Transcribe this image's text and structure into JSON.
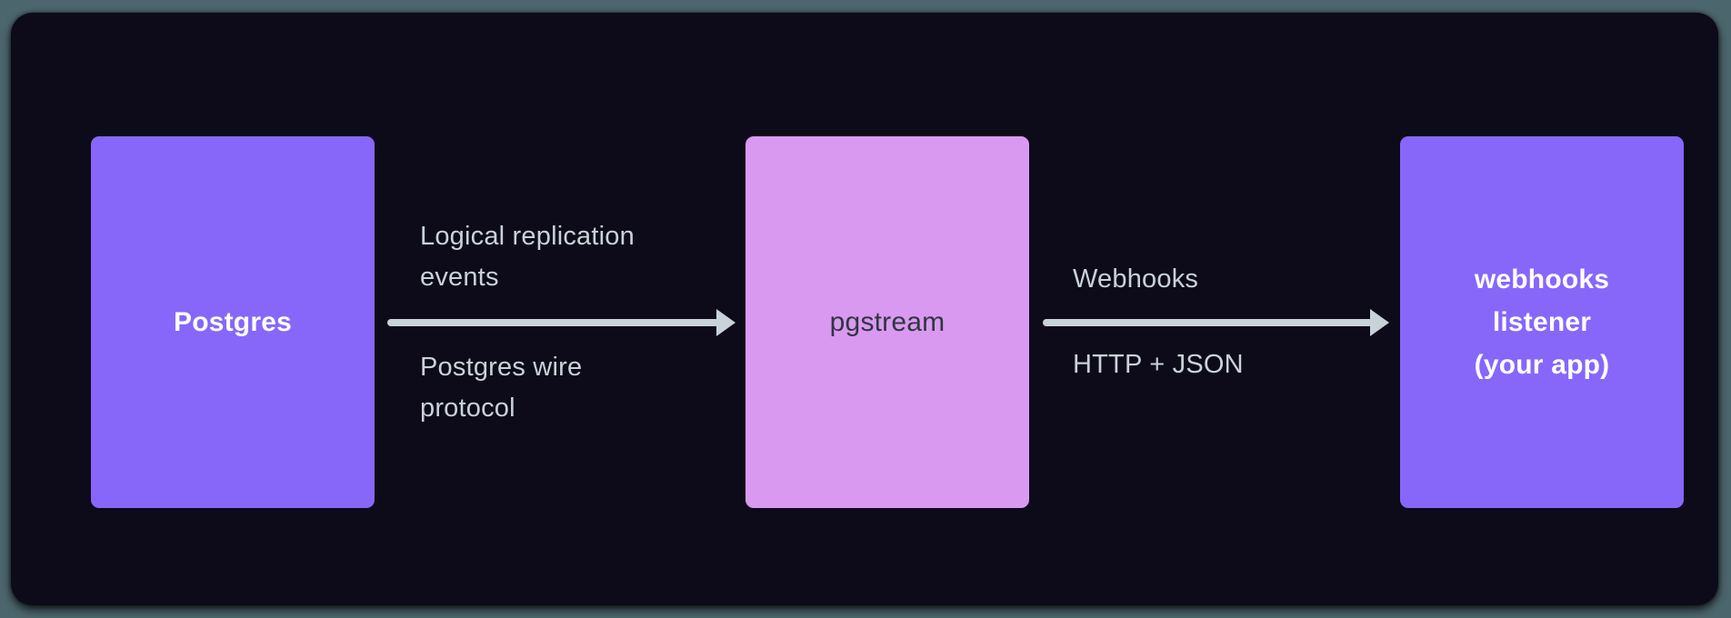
{
  "colors": {
    "page-bg": "#4c666d",
    "panel-bg": "#0d0a19",
    "node-purple": "#8767fa",
    "node-pink": "#d999f0",
    "arrow": "#c7d2d9",
    "edge-label": "#c9d2d8",
    "node-label-light": "#ffffff",
    "node-label-dark": "#2e3742"
  },
  "diagram": {
    "type": "flow",
    "nodes": [
      {
        "id": "postgres",
        "lines": [
          "Postgres"
        ]
      },
      {
        "id": "pgstream",
        "lines": [
          "pgstream"
        ]
      },
      {
        "id": "webhooks-listener",
        "lines": [
          "webhooks",
          "listener",
          "(your app)"
        ]
      }
    ],
    "edges": [
      {
        "from": "postgres",
        "to": "pgstream",
        "above": [
          "Logical replication",
          "events"
        ],
        "below": [
          "Postgres wire",
          "protocol"
        ]
      },
      {
        "from": "pgstream",
        "to": "webhooks-listener",
        "above": [
          "Webhooks"
        ],
        "below": [
          "HTTP + JSON"
        ]
      }
    ]
  }
}
